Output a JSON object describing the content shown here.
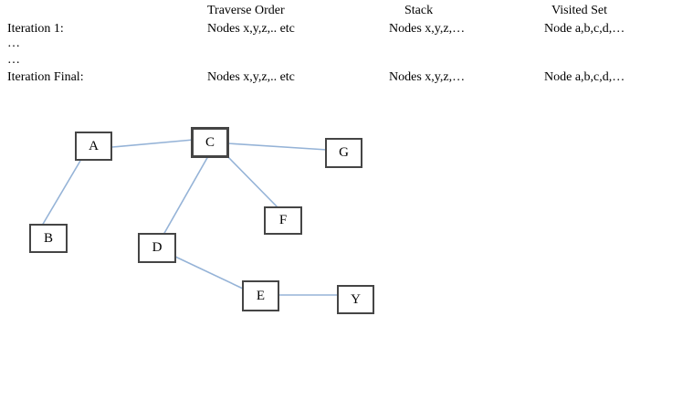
{
  "table": {
    "headers": {
      "traverse_order": "Traverse Order",
      "stack": "Stack",
      "visited_set": "Visited Set"
    },
    "iteration1": {
      "label": "Iteration 1:",
      "traverse_order": "Nodes x,y,z,.. etc",
      "stack": "Nodes x,y,z,…",
      "visited_set": "Node a,b,c,d,…"
    },
    "ellipsis_row_1": "…",
    "ellipsis_row_2": "…",
    "iteration_final": {
      "label": "Iteration Final:",
      "traverse_order": "Nodes x,y,z,.. etc",
      "stack": "Nodes x,y,z,…",
      "visited_set": "Node a,b,c,d,…"
    }
  },
  "graph": {
    "nodes": {
      "a": "A",
      "b": "B",
      "c": "C",
      "d": "D",
      "e": "E",
      "f": "F",
      "g": "G",
      "y": "Y"
    },
    "edges": [
      [
        "A",
        "C"
      ],
      [
        "A",
        "B"
      ],
      [
        "C",
        "G"
      ],
      [
        "C",
        "D"
      ],
      [
        "C",
        "F"
      ],
      [
        "D",
        "E"
      ],
      [
        "E",
        "Y"
      ]
    ],
    "colors": {
      "edge_line": "#95b3d7",
      "node_border": "#454545"
    }
  }
}
